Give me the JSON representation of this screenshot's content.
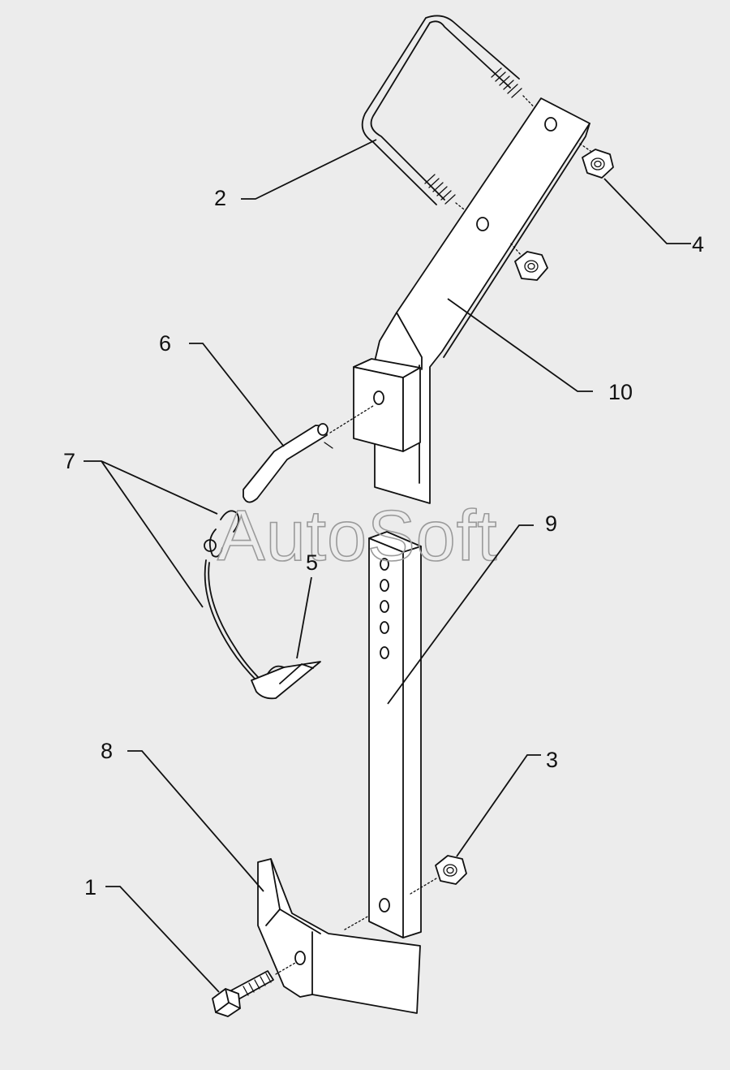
{
  "watermark": "AutoSoft",
  "callouts": [
    {
      "id": "1",
      "label": "1"
    },
    {
      "id": "2",
      "label": "2"
    },
    {
      "id": "3",
      "label": "3"
    },
    {
      "id": "4",
      "label": "4"
    },
    {
      "id": "5",
      "label": "5"
    },
    {
      "id": "6",
      "label": "6"
    },
    {
      "id": "7",
      "label": "7"
    },
    {
      "id": "8",
      "label": "8"
    },
    {
      "id": "9",
      "label": "9"
    },
    {
      "id": "10",
      "label": "10"
    }
  ],
  "colors": {
    "background": "#ececec",
    "line": "#111111",
    "part_fill": "#ffffff",
    "watermark": "#9a9a9a"
  }
}
